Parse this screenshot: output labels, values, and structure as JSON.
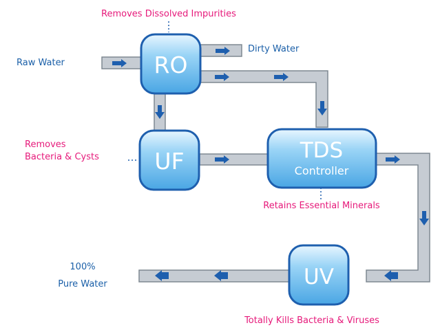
{
  "units": {
    "ro": "RO",
    "uf": "UF",
    "tds": "TDS",
    "tds_sub": "Controller",
    "uv": "UV"
  },
  "labels": {
    "ro_desc": "Removes Dissolved Impurities",
    "raw_water": "Raw Water",
    "dirty_water": "Dirty Water",
    "uf_desc_line1": "Removes",
    "uf_desc_line2": "Bacteria & Cysts",
    "tds_desc": "Retains Essential Minerals",
    "pure_line1": "100%",
    "pure_line2": "Pure Water",
    "uv_desc": "Totally Kills Bacteria & Viruses"
  },
  "colors": {
    "pipe_fill": "#c6ccd3",
    "pipe_edge": "#7f8891",
    "arrow": "#1e5fae",
    "box_fill": "#7cc3f0",
    "box_edge": "#1e5fae",
    "text_pink": "#e6197a",
    "text_blue": "#1a5fa8"
  },
  "icons": {
    "flow": "flow-arrow-icon"
  }
}
